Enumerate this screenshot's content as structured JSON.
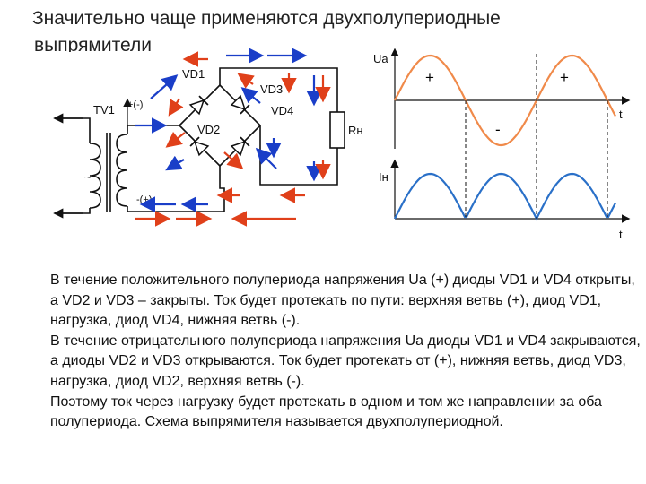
{
  "title": {
    "line1": "Значительно чаще применяются двухполупериодные",
    "line2": "выпрямители"
  },
  "circuit": {
    "labels": {
      "tv1": "TV1",
      "plus_minus": "+(-)",
      "minus_plus": "-(+)",
      "tilde": "~",
      "vd1": "VD1",
      "vd2": "VD2",
      "vd3": "VD3",
      "vd4": "VD4",
      "rn": "Rн"
    },
    "colors": {
      "arrow_blue": "#1a3ec8",
      "arrow_red": "#e0401a",
      "wire": "#000000"
    }
  },
  "waveforms": {
    "ua_label": "Ua",
    "in_label": "Iн",
    "t_label": "t",
    "plus1": "+",
    "plus2": "+",
    "minus": "-",
    "colors": {
      "ua": "#f08a4a",
      "in": "#2a70c8"
    }
  },
  "text": {
    "p1": "В течение положительного полупериода напряжения Ua (+) диоды VD1 и VD4 открыты, а VD2 и VD3 – закрыты. Ток будет протекать по пути: верхняя ветвь (+), диод VD1, нагрузка, диод VD4, нижняя ветвь (-).",
    "p2": "В течение отрицательного полупериода напряжения Ua диоды VD1 и VD4 закрываются, а диоды VD2 и VD3 открываются. Ток будет протекать от (+), нижняя ветвь, диод VD3, нагрузка, диод VD2, верхняя ветвь (-).",
    "p3": "Поэтому ток через нагрузку будет протекать в одном и том же направлении за оба полупериода. Схема выпрямителя называется двухполупериодной."
  }
}
